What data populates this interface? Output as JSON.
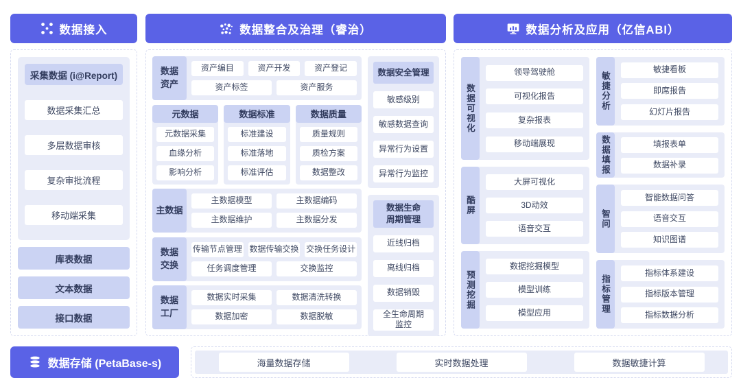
{
  "colors": {
    "accent": "#5a62e6",
    "label_bg": "#cbd3f3",
    "panel_bg": "#e9ecf8"
  },
  "ingest": {
    "title": "数据接入",
    "collect": {
      "header": "采集数据 (i@Report)",
      "items": [
        "数据采集汇总",
        "多层数据审核",
        "复杂审批流程",
        "移动端采集"
      ]
    },
    "sources": [
      "库表数据",
      "文本数据",
      "接口数据"
    ]
  },
  "governance": {
    "title": "数据整合及治理（睿治）",
    "asset": {
      "label": "数据\n资产",
      "row1": [
        "资产编目",
        "资产开发",
        "资产登记"
      ],
      "row2": [
        "资产标签",
        "资产服务"
      ]
    },
    "meta": [
      {
        "header": "元数据",
        "items": [
          "元数据采集",
          "血缘分析",
          "影响分析"
        ]
      },
      {
        "header": "数据标准",
        "items": [
          "标准建设",
          "标准落地",
          "标准评估"
        ]
      },
      {
        "header": "数据质量",
        "items": [
          "质量规则",
          "质检方案",
          "数据整改"
        ]
      }
    ],
    "master": {
      "label": "主数据",
      "row1": [
        "主数据模型",
        "主数据编码"
      ],
      "row2": [
        "主数据维护",
        "主数据分发"
      ]
    },
    "exchange": {
      "label": "数据\n交换",
      "row1": [
        "传输节点管理",
        "数据传输交换",
        "交换任务设计"
      ],
      "row2": [
        "任务调度管理",
        "交换监控"
      ]
    },
    "factory": {
      "label": "数据\n工厂",
      "row1": [
        "数据实时采集",
        "数据清洗转换"
      ],
      "row2": [
        "数据加密",
        "数据脱敏"
      ]
    },
    "security": {
      "header": "数据安全管理",
      "items": [
        "敏感级别",
        "敏感数据查询",
        "异常行为设置",
        "异常行为监控"
      ]
    },
    "lifecycle": {
      "header": "数据生命\n周期管理",
      "items": [
        "近线归档",
        "离线归档",
        "数据销毁",
        "全生命周期\n监控"
      ]
    }
  },
  "analysis": {
    "title": "数据分析及应用（亿信ABI）",
    "left": [
      {
        "label": "数据可视化",
        "items": [
          "领导驾驶舱",
          "可视化报告",
          "复杂报表",
          "移动端展现"
        ]
      },
      {
        "label": "酷屏",
        "items": [
          "大屏可视化",
          "3D动效",
          "语音交互"
        ]
      },
      {
        "label": "预测挖掘",
        "items": [
          "数据挖掘模型",
          "模型训练",
          "模型应用"
        ]
      }
    ],
    "right": [
      {
        "label": "敏捷分析",
        "items": [
          "敏捷看板",
          "即席报告",
          "幻灯片报告"
        ]
      },
      {
        "label": "数据填报",
        "items": [
          "填报表单",
          "数据补录"
        ]
      },
      {
        "label": "智问",
        "items": [
          "智能数据问答",
          "语音交互",
          "知识图谱"
        ]
      },
      {
        "label": "指标管理",
        "items": [
          "指标体系建设",
          "指标版本管理",
          "指标数据分析"
        ]
      }
    ]
  },
  "storage": {
    "title": "数据存储 (PetaBase-s)",
    "capabilities": [
      "海量数据存储",
      "实时数据处理",
      "数据敏捷计算"
    ]
  }
}
